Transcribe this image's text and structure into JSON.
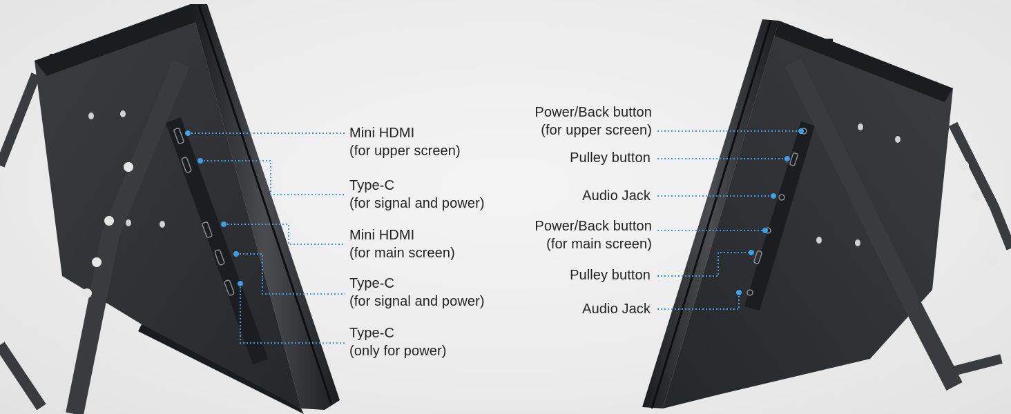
{
  "colors": {
    "leader": "#3aa0e8",
    "monitor_body": "#2e3033",
    "stand": "#3a3b3e",
    "background": "#ebebeb",
    "text": "#222222"
  },
  "left_view": {
    "labels": [
      {
        "line1": "Mini HDMI",
        "line2": "(for upper screen)"
      },
      {
        "line1": "Type-C",
        "line2": "(for signal and power)"
      },
      {
        "line1": "Mini HDMI",
        "line2": "(for main screen)"
      },
      {
        "line1": "Type-C",
        "line2": "(for signal and power)"
      },
      {
        "line1": "Type-C",
        "line2": "(only for power)"
      }
    ]
  },
  "right_view": {
    "labels": [
      {
        "line1": "Power/Back button",
        "line2": "(for upper screen)"
      },
      {
        "line1": "Pulley button",
        "line2": ""
      },
      {
        "line1": "Audio Jack",
        "line2": ""
      },
      {
        "line1": "Power/Back button",
        "line2": "(for main screen)"
      },
      {
        "line1": "Pulley button",
        "line2": ""
      },
      {
        "line1": "Audio Jack",
        "line2": ""
      }
    ]
  }
}
